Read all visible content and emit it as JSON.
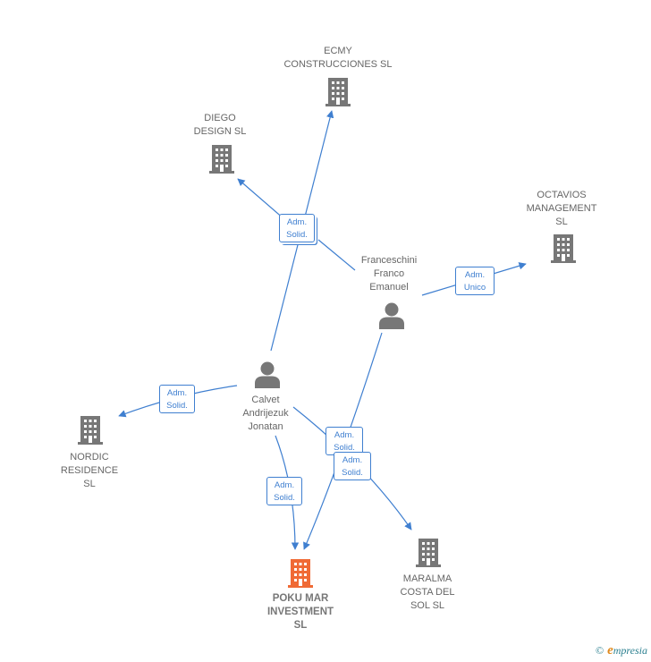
{
  "colors": {
    "edge": "#3f7fd0",
    "node": "#777777",
    "highlight": "#f06a35",
    "text": "#666666"
  },
  "nodes": {
    "ecmy": {
      "label": "ECMY\nCONSTRUCCIONES SL",
      "icon": "building-icon"
    },
    "diego": {
      "label": "DIEGO\nDESIGN  SL",
      "icon": "building-icon"
    },
    "octavios": {
      "label": "OCTAVIOS\nMANAGEMENT\nSL",
      "icon": "building-icon"
    },
    "franceschini": {
      "label": "Franceschini\nFranco\nEmanuel",
      "icon": "person-icon"
    },
    "calvet": {
      "label": "Calvet\nAndrijezuk\nJonatan",
      "icon": "person-icon"
    },
    "nordic": {
      "label": "NORDIC\nRESIDENCE\nSL",
      "icon": "building-icon"
    },
    "poku": {
      "label": "POKU MAR\nINVESTMENT\nSL",
      "icon": "building-icon"
    },
    "maralma": {
      "label": "MARALMA\nCOSTA DEL\nSOL SL",
      "icon": "building-icon"
    }
  },
  "badges": {
    "top_solid": "Adm.\nSolid.",
    "unico": "Adm.\nUnico",
    "nordic_solid": "Adm.\nSolid.",
    "center_solid_1": "Adm.\nSolid.",
    "center_solid_2": "Adm.\nSolid.",
    "poku_solid": "Adm.\nSolid."
  },
  "footer": {
    "copyright": "©",
    "brand_initial": "e",
    "brand_rest": "mpresia"
  }
}
